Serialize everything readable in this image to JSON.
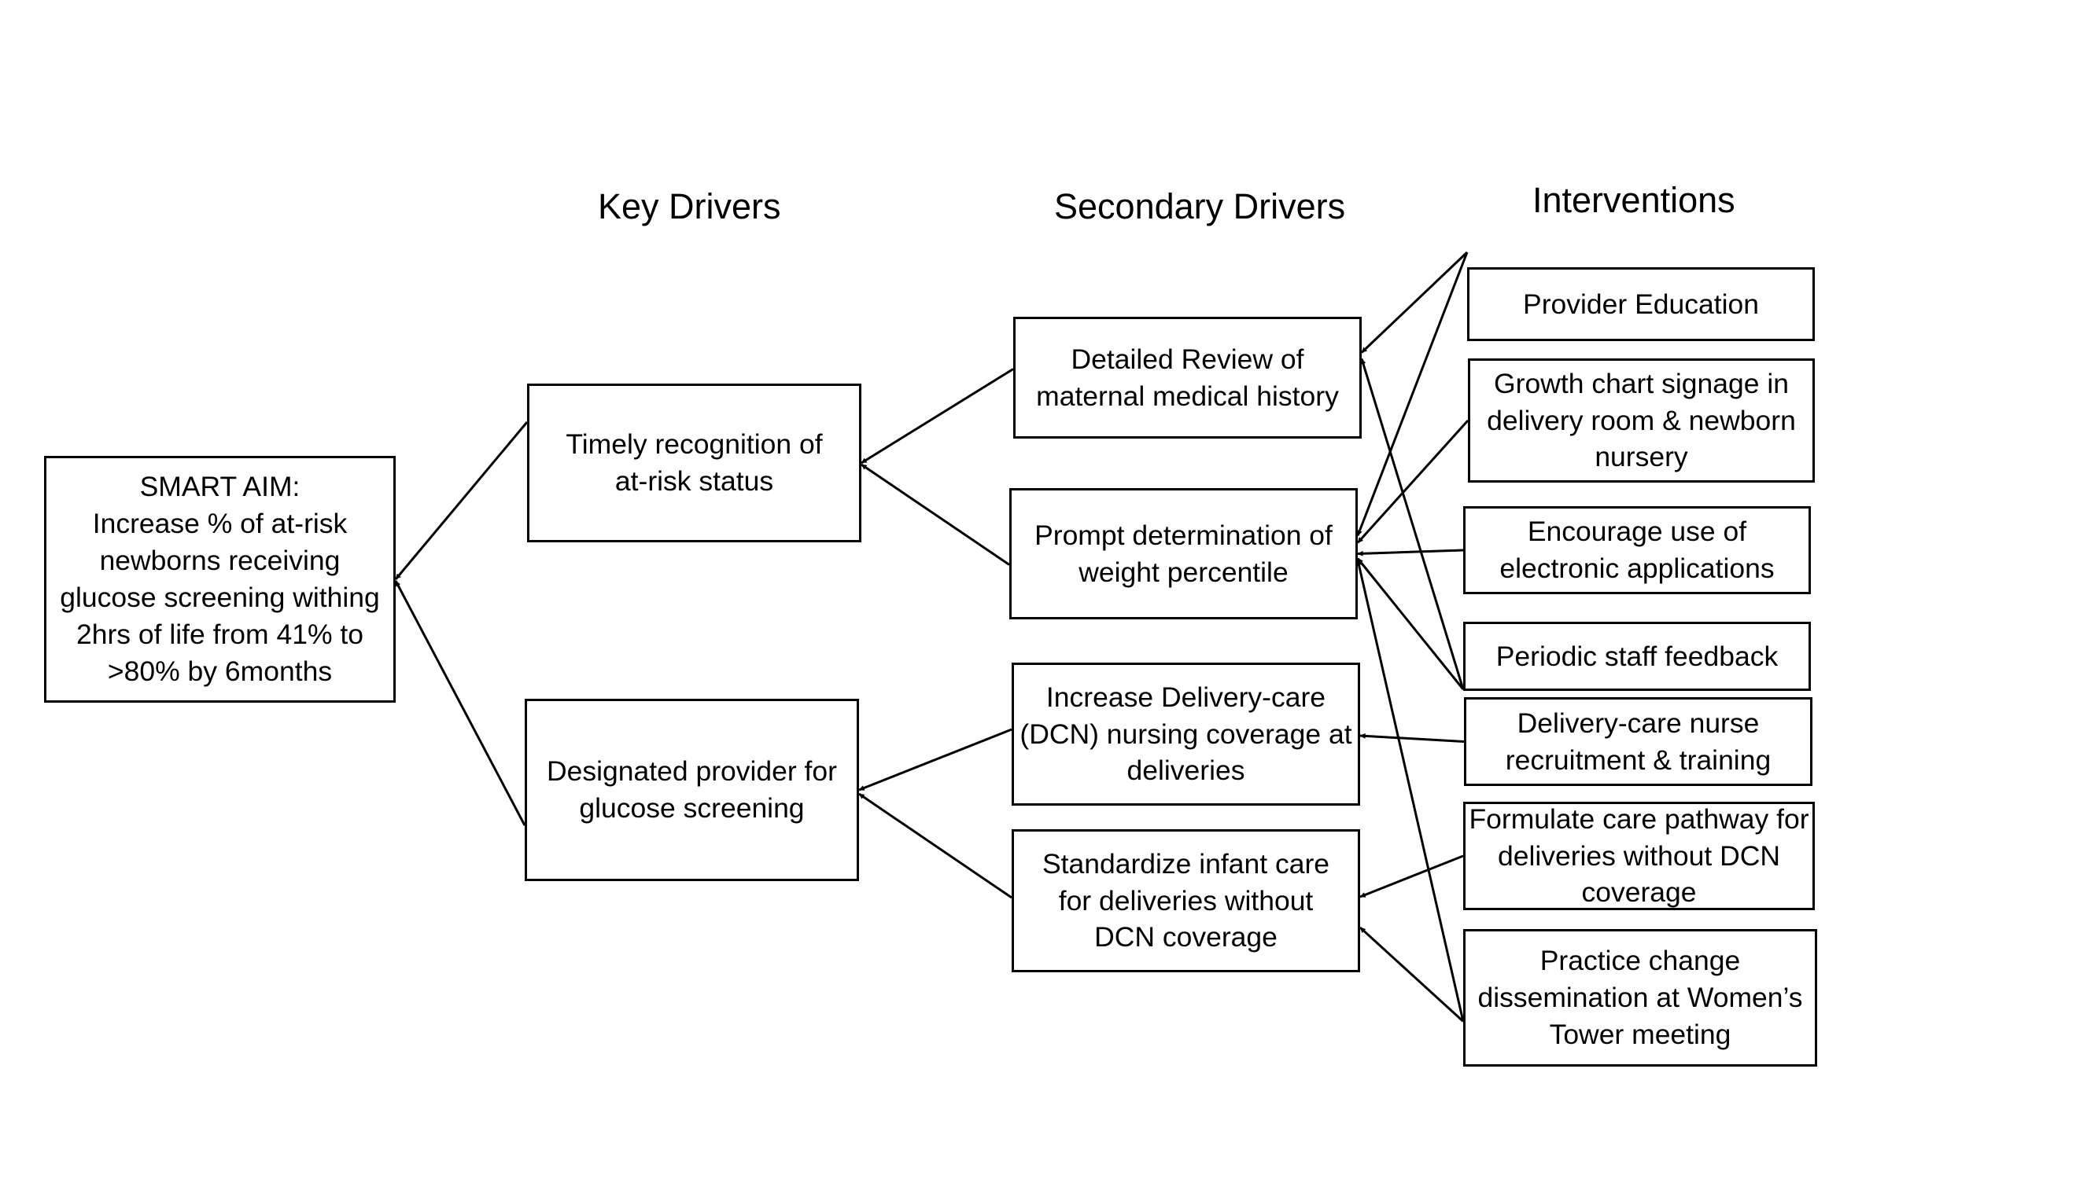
{
  "headers": {
    "key_drivers": "Key Drivers",
    "secondary_drivers": "Secondary Drivers",
    "interventions": "Interventions"
  },
  "aim": {
    "text": "SMART AIM:\nIncrease % of at-risk\nnewborns receiving\nglucose screening withing\n2hrs of life from 41% to\n>80% by 6months"
  },
  "key_drivers": [
    {
      "id": "kd1",
      "text": "Timely recognition of\nat-risk status"
    },
    {
      "id": "kd2",
      "text": "Designated provider for\nglucose screening"
    }
  ],
  "secondary_drivers": [
    {
      "id": "sd1",
      "text": "Detailed Review of\nmaternal medical history"
    },
    {
      "id": "sd2",
      "text": "Prompt determination of\nweight percentile"
    },
    {
      "id": "sd3",
      "text": "Increase Delivery-care\n(DCN) nursing coverage at\ndeliveries"
    },
    {
      "id": "sd4",
      "text": "Standardize infant care\nfor deliveries without\nDCN coverage"
    }
  ],
  "interventions": [
    {
      "id": "i1",
      "text": "Provider Education"
    },
    {
      "id": "i2",
      "text": "Growth chart signage in\ndelivery room & newborn\nnursery"
    },
    {
      "id": "i3",
      "text": "Encourage use of\nelectronic applications"
    },
    {
      "id": "i4",
      "text": "Periodic staff feedback"
    },
    {
      "id": "i5",
      "text": "Delivery-care nurse\nrecruitment & training"
    },
    {
      "id": "i6",
      "text": "Formulate care pathway for\ndeliveries without DCN\ncoverage"
    },
    {
      "id": "i7",
      "text": "Practice change\ndissemination at Women’s\nTower meeting"
    }
  ],
  "connections": [
    {
      "from": "kd1",
      "to": "aim"
    },
    {
      "from": "kd2",
      "to": "aim"
    },
    {
      "from": "sd1",
      "to": "kd1"
    },
    {
      "from": "sd2",
      "to": "kd1"
    },
    {
      "from": "sd3",
      "to": "kd2"
    },
    {
      "from": "sd4",
      "to": "kd2"
    },
    {
      "from": "i1",
      "to": "sd1"
    },
    {
      "from": "i1",
      "to": "sd2"
    },
    {
      "from": "i2",
      "to": "sd2"
    },
    {
      "from": "i3",
      "to": "sd2"
    },
    {
      "from": "i4",
      "to": "sd2"
    },
    {
      "from": "i4",
      "to": "sd1"
    },
    {
      "from": "i5",
      "to": "sd3"
    },
    {
      "from": "i6",
      "to": "sd4"
    },
    {
      "from": "i7",
      "to": "sd4"
    },
    {
      "from": "i7",
      "to": "sd2"
    }
  ]
}
